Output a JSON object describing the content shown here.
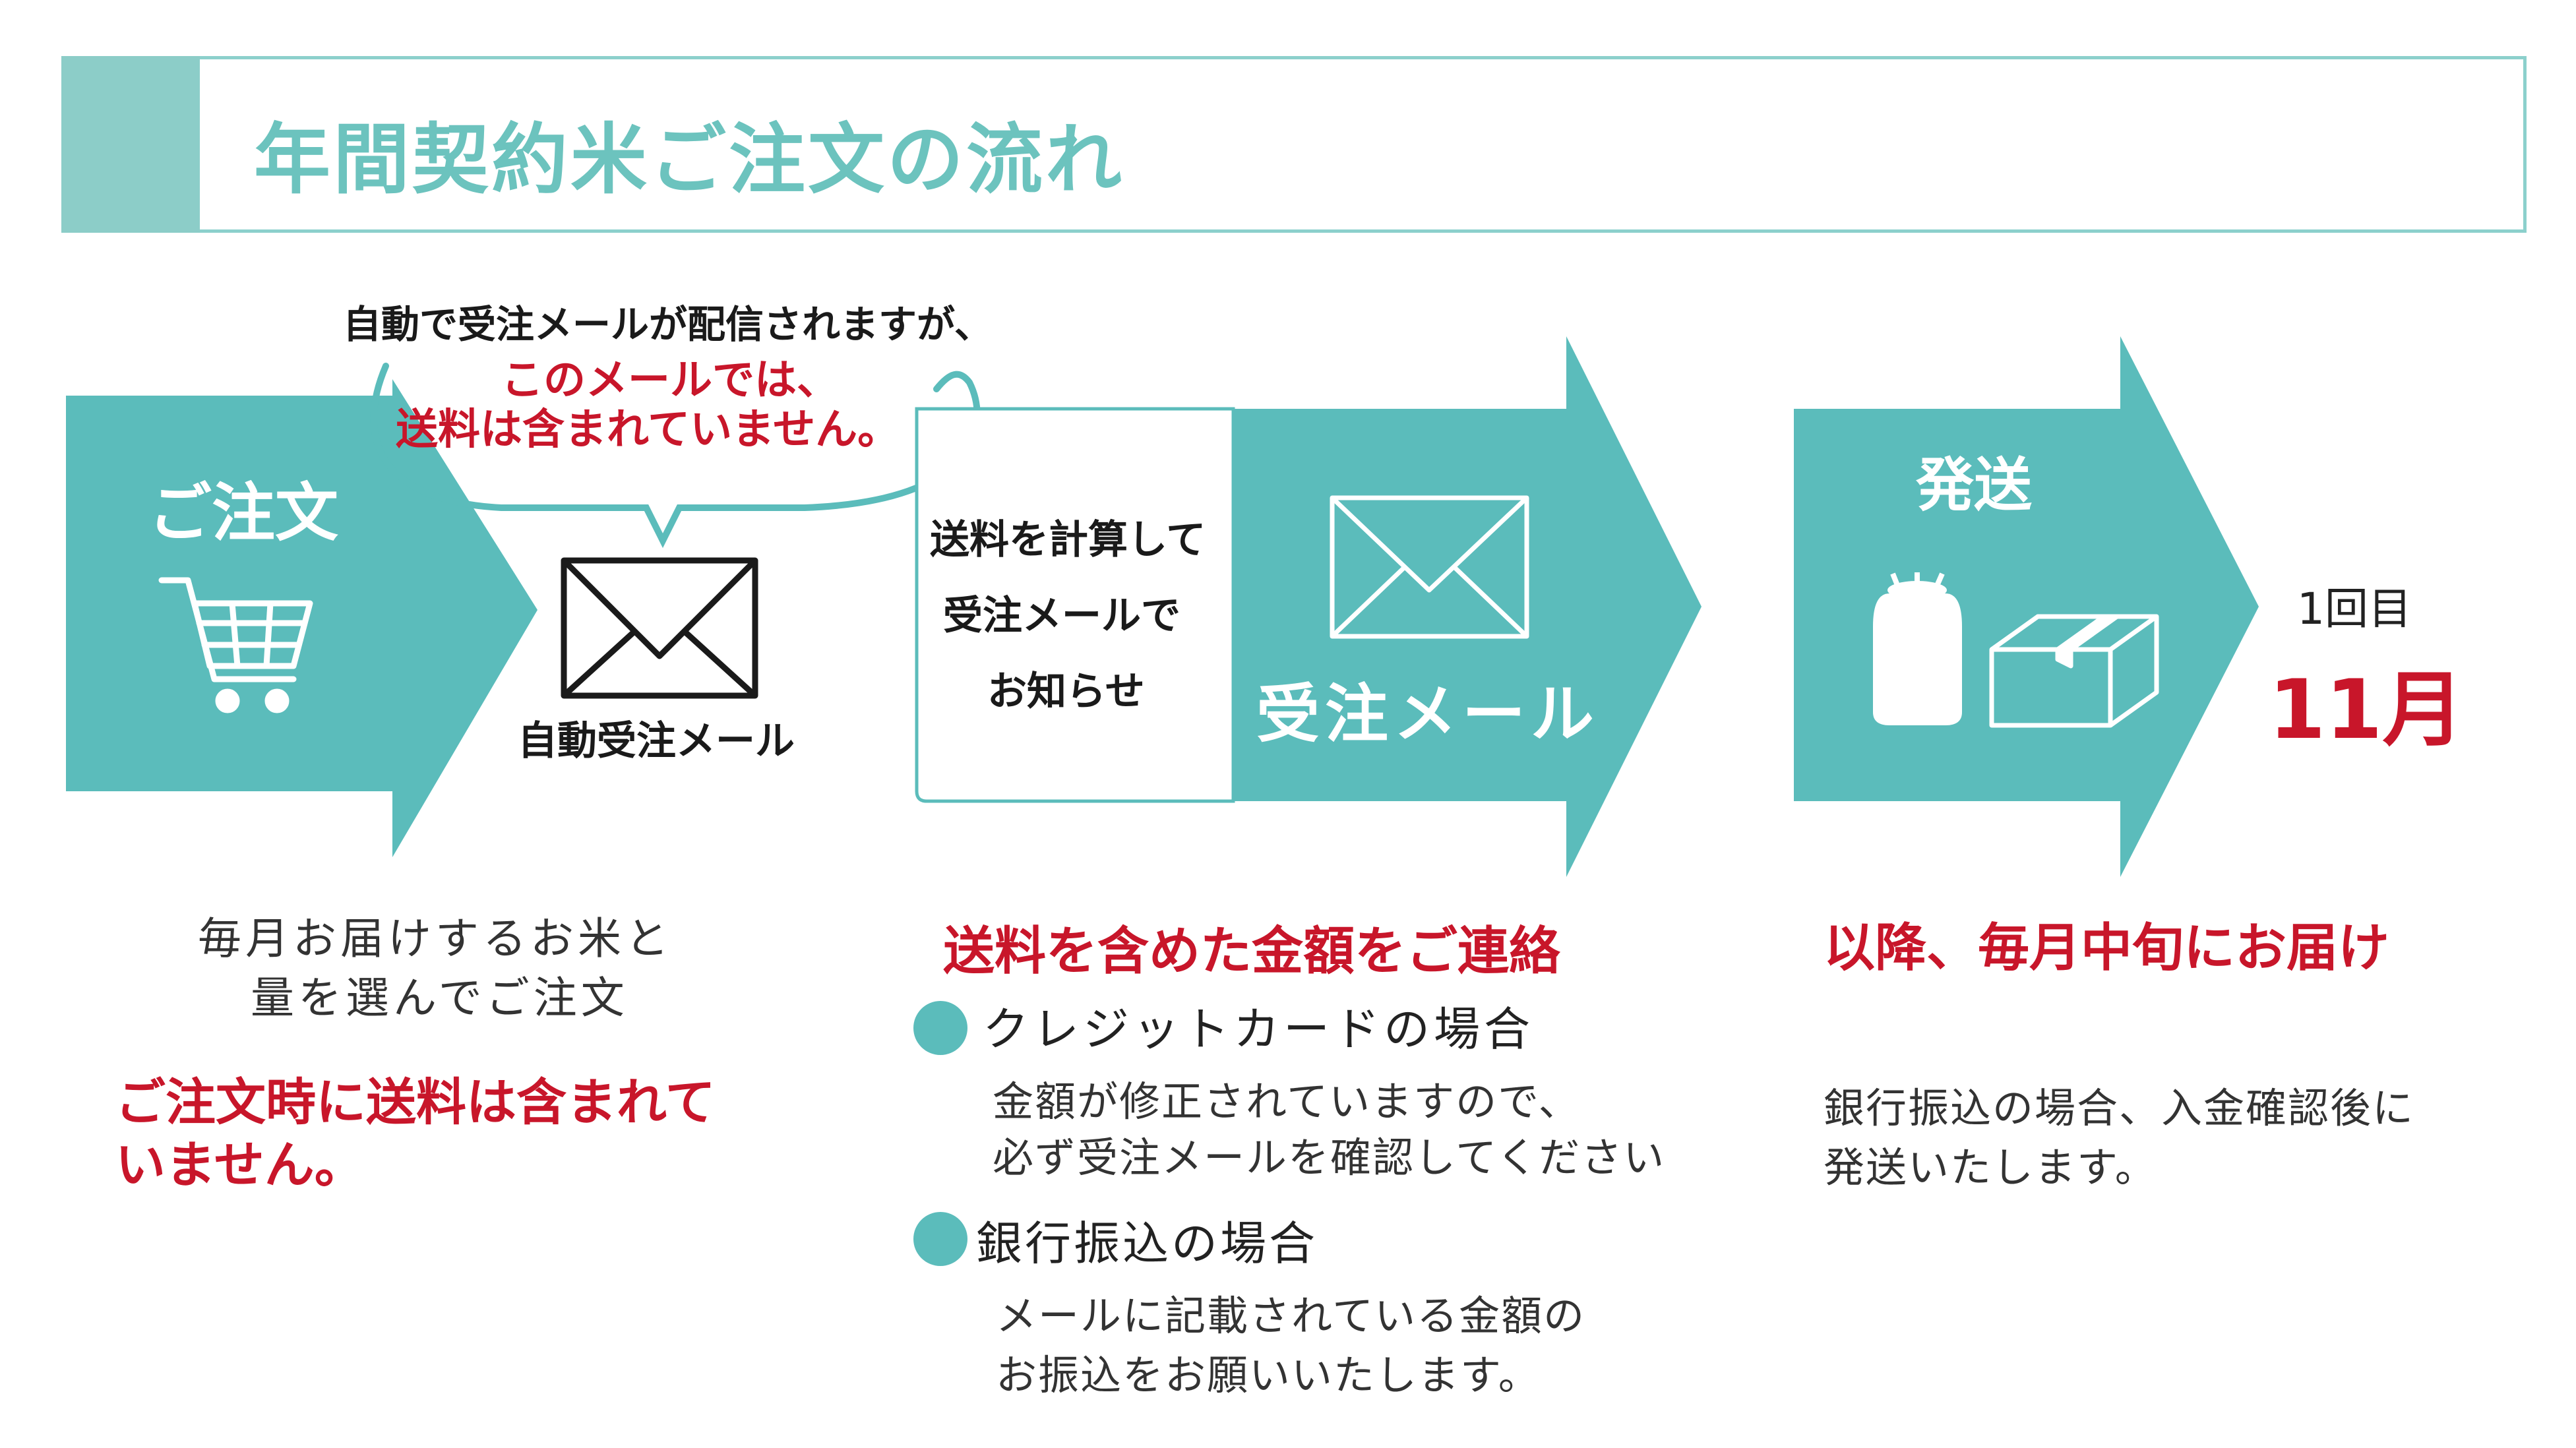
{
  "title": "年間契約米ご注文の流れ",
  "bubble": {
    "line1": "自動で受注メールが配信されますが、",
    "line2": "このメールでは、",
    "line3": "送料は含まれていません。"
  },
  "steps": {
    "order": {
      "label": "ご注文",
      "mail_label": "自動受注メール",
      "desc_line1": "毎月お届けするお米と",
      "desc_line2": "量を選んでご注文",
      "note_line1": "ご注文時に送料は含まれて",
      "note_line2": "いません。"
    },
    "receipt": {
      "calc_line1": "送料を計算して",
      "calc_line2": "受注メールで",
      "calc_line3": "お知らせ",
      "label": "受注メール",
      "heading": "送料を含めた金額をご連絡",
      "card_title": "クレジットカードの場合",
      "card_desc1": "金額が修正されていますので、",
      "card_desc2": "必ず受注メールを確認してください",
      "bank_title": "銀行振込の場合",
      "bank_desc1": "メールに記載されている金額の",
      "bank_desc2": "お振込をお願いいたします。"
    },
    "ship": {
      "label": "発送",
      "first": "1回目",
      "month": "11月",
      "heading": "以降、毎月中旬にお届け",
      "desc1": "銀行振込の場合、入金確認後に",
      "desc2": "発送いたします。"
    }
  },
  "colors": {
    "teal": "#5bbcbb",
    "header_teal": "#6cc3be",
    "accent_red": "#c8162a"
  },
  "icons": [
    "cart-icon",
    "envelope-icon",
    "rice-bag-icon",
    "box-icon"
  ]
}
